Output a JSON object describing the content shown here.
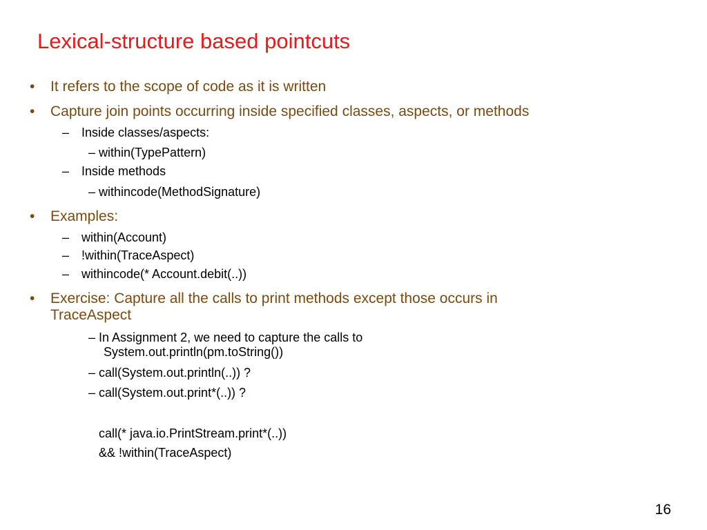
{
  "slide": {
    "title": "Lexical-structure based pointcuts",
    "bullets": {
      "b1": "It refers to the scope of code as it is written",
      "b2": "Capture join points occurring inside specified classes, aspects, or methods",
      "b2_sub1": "Inside classes/aspects:",
      "b2_sub1_item": "– within(TypePattern)",
      "b2_sub2": "Inside methods",
      "b2_sub2_item": "– withincode(MethodSignature)",
      "b3": "Examples:",
      "b3_sub1": "within(Account)",
      "b3_sub2": "!within(TraceAspect)",
      "b3_sub3": "withincode(* Account.debit(..))",
      "b4_line1": "Exercise: Capture all the calls to print methods except those occurs in",
      "b4_line2": "TraceAspect",
      "b4_item1_line1": "– In Assignment 2, we need to capture the calls to",
      "b4_item1_line2": "System.out.println(pm.toString())",
      "b4_item2": "– call(System.out.println(..))   ?",
      "b4_item3": "– call(System.out.print*(..))   ?",
      "code_line1": "call(* java.io.PrintStream.print*(..))",
      "code_line2": "&& !within(TraceAspect)"
    },
    "bullet_char": "•",
    "dash_char": "–",
    "page_number": "16",
    "colors": {
      "title": "#e31b1b",
      "level1_text": "#7a4a10",
      "level2_text": "#000000",
      "background": "#ffffff"
    }
  }
}
